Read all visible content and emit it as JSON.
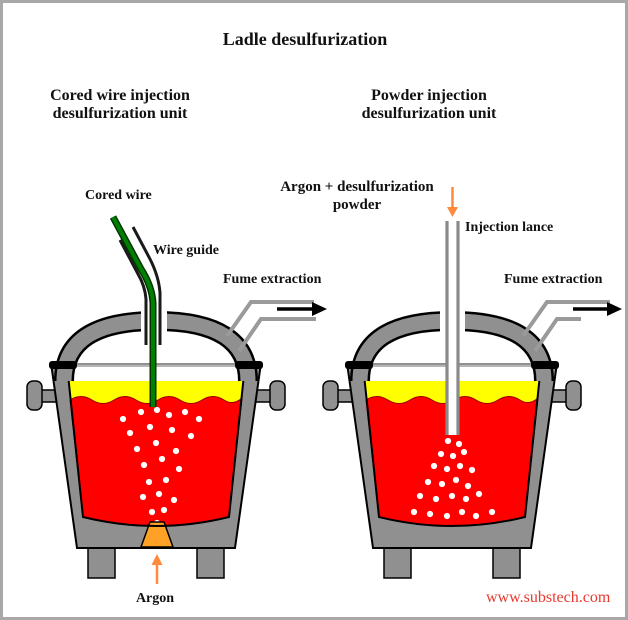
{
  "title": "Ladle desulfurization",
  "watermark": "www.substech.com",
  "units": {
    "left": {
      "subtitle_line1": "Cored wire injection",
      "subtitle_line2": "desulfurization unit",
      "labels": {
        "cored_wire": "Cored wire",
        "wire_guide": "Wire guide",
        "fume_extraction": "Fume extraction",
        "argon": "Argon"
      }
    },
    "right": {
      "subtitle_line1": "Powder injection",
      "subtitle_line2": "desulfurization unit",
      "labels": {
        "feed_line1": "Argon + desulfurization",
        "feed_line2": "powder",
        "injection_lance": "Injection lance",
        "fume_extraction": "Fume extraction"
      }
    }
  },
  "icons": {
    "fume_arrow_icon": "black right arrow →",
    "argon_up_arrow_icon": "orange up arrow ↑",
    "powder_down_arrow_icon": "orange down arrow ↓"
  },
  "colors": {
    "vessel_gray": "#909090",
    "duct_gray": "#9a9a9a",
    "slag_yellow": "#ffff00",
    "steel_red": "#fe0000",
    "steel_edge": "#990000",
    "wire_green": "#008000",
    "plug_orange": "#ffa126",
    "argon_arrow_orange": "#ff8a3c",
    "arrow_black": "#000000",
    "watermark_red": "#e8392e",
    "border_gray": "#a8a8a8"
  }
}
